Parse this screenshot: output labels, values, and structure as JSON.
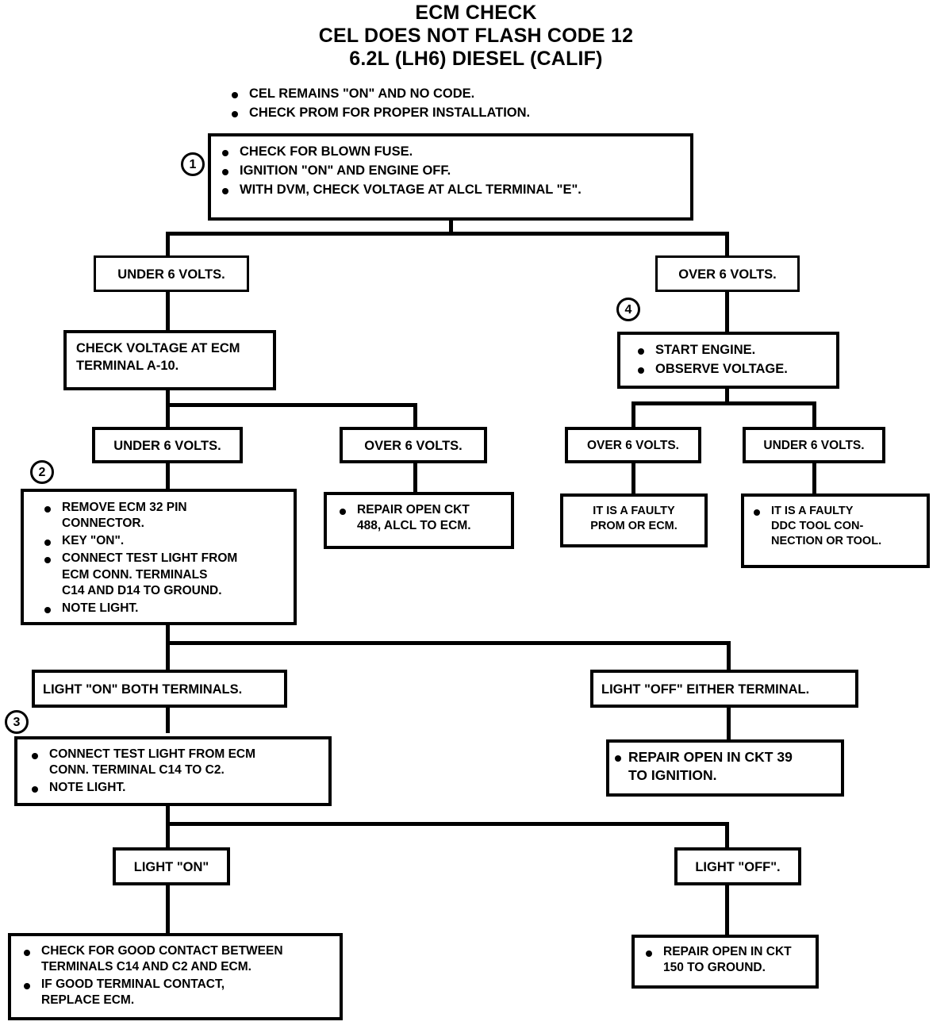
{
  "title": {
    "line1": "ECM CHECK",
    "line2": "CEL DOES NOT FLASH CODE 12",
    "line3": "6.2L (LH6) DIESEL (CALIF)"
  },
  "colors": {
    "ink": "#000000",
    "paper": "#ffffff"
  },
  "intro_bullets": {
    "b1": "CEL REMAINS \"ON\" AND NO CODE.",
    "b2": "CHECK PROM FOR PROPER INSTALLATION."
  },
  "step_markers": {
    "one": "1",
    "two": "2",
    "three": "3",
    "four": "4"
  },
  "nodes": {
    "step1": {
      "b1": "CHECK FOR BLOWN FUSE.",
      "b2": "IGNITION \"ON\" AND ENGINE OFF.",
      "b3": "WITH DVM, CHECK VOLTAGE AT ALCL TERMINAL \"E\"."
    },
    "under6_left": "UNDER 6 VOLTS.",
    "over6_right": "OVER 6 VOLTS.",
    "check_voltage_ecm": {
      "l1": "CHECK VOLTAGE AT ECM",
      "l2": "TERMINAL A-10."
    },
    "start_engine": {
      "b1": "START ENGINE.",
      "b2": "OBSERVE VOLTAGE."
    },
    "under6_a": "UNDER 6 VOLTS.",
    "over6_b": "OVER 6 VOLTS.",
    "over6_c": "OVER 6 VOLTS.",
    "under6_d": "UNDER 6 VOLTS.",
    "step2": {
      "b1_l1": "REMOVE ECM 32 PIN",
      "b1_l2": "CONNECTOR.",
      "b2": "KEY \"ON\".",
      "b3_l1": "CONNECT TEST LIGHT FROM",
      "b3_l2": "ECM CONN. TERMINALS",
      "b3_l3": "C14 AND D14 TO GROUND.",
      "b4": "NOTE LIGHT."
    },
    "repair_488": {
      "l1": "REPAIR OPEN CKT",
      "l2": "488, ALCL TO ECM."
    },
    "faulty_prom": {
      "l1": "IT IS A FAULTY",
      "l2": "PROM OR ECM."
    },
    "faulty_ddc": {
      "l1": "IT IS A FAULTY",
      "l2": "DDC TOOL CON-",
      "l3": "NECTION OR TOOL."
    },
    "light_on_both": "LIGHT \"ON\" BOTH TERMINALS.",
    "light_off_either": "LIGHT \"OFF\" EITHER TERMINAL.",
    "step3": {
      "b1_l1": "CONNECT TEST LIGHT FROM ECM",
      "b1_l2": "CONN. TERMINAL C14 TO C2.",
      "b2": "NOTE LIGHT."
    },
    "repair_39": {
      "l1": "REPAIR OPEN IN CKT 39",
      "l2": "TO IGNITION."
    },
    "light_on": "LIGHT \"ON\"",
    "light_off": "LIGHT \"OFF\".",
    "final_left": {
      "b1_l1": "CHECK FOR GOOD CONTACT BETWEEN",
      "b1_l2": "TERMINALS C14 AND C2 AND ECM.",
      "b2_l1": "IF GOOD TERMINAL CONTACT,",
      "b2_l2": "REPLACE ECM."
    },
    "final_right": {
      "l1": "REPAIR OPEN IN CKT",
      "l2": "150 TO GROUND."
    }
  }
}
